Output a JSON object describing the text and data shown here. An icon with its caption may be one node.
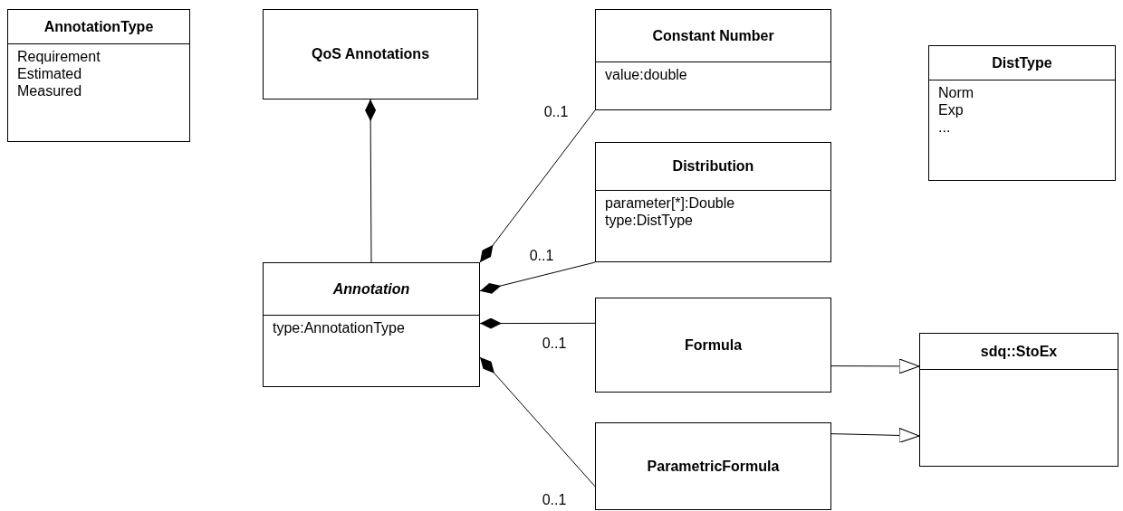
{
  "diagram": {
    "nodes": [
      {
        "text": [
          "AnnotationType",
          "Requirement",
          "Estimated",
          "Measured"
        ]
      },
      {
        "text": [
          "QoS Annotations"
        ]
      },
      {
        "text": [
          "Constant Number",
          "value:double"
        ]
      },
      {
        "text": [
          "DistType",
          "Norm",
          "Exp",
          "..."
        ]
      },
      {
        "text": [
          "Distribution",
          "parameter[*]:Double",
          "type:DistType"
        ]
      },
      {
        "text": [
          "Annotation",
          "type:AnnotationType"
        ]
      },
      {
        "text": [
          "Formula"
        ]
      },
      {
        "text": [
          "sdq::StoEx"
        ]
      },
      {
        "text": [
          "ParametricFormula"
        ]
      }
    ],
    "edges": [
      {
        "from": 5,
        "to": 1,
        "arrow": "other"
      },
      {
        "from": 2,
        "to": 5,
        "arrow": "other",
        "label": "0..1"
      },
      {
        "from": 4,
        "to": 5,
        "arrow": "other",
        "label": "0..1"
      },
      {
        "from": 6,
        "to": 5,
        "arrow": "other",
        "label": "0..1"
      },
      {
        "from": 8,
        "to": 5,
        "arrow": "other",
        "label": "0..1"
      },
      {
        "from": 6,
        "to": 7,
        "arrow": "to"
      },
      {
        "from": 8,
        "to": 7,
        "arrow": "to"
      }
    ]
  }
}
